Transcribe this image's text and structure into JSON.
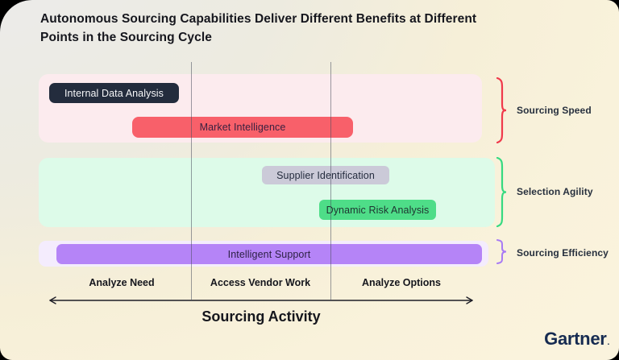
{
  "header": {
    "title": "Autonomous Sourcing Capabilities Deliver Different Benefits at Different\nPoints in the Sourcing Cycle",
    "title_color": "#15161d"
  },
  "diagram": {
    "bands": [
      {
        "benefit": "Sourcing Speed",
        "band_bg": "#fcebee",
        "brace_color": "#f0394b",
        "capabilities": [
          {
            "label": "Internal Data Analysis",
            "bg": "#232c3d",
            "fg": "#f6f7f9"
          },
          {
            "label": "Market Intelligence",
            "bg": "#f8606a",
            "fg": "#3a2140"
          }
        ]
      },
      {
        "benefit": "Selection Agility",
        "band_bg": "#ddfbe9",
        "brace_color": "#36da80",
        "capabilities": [
          {
            "label": "Supplier Identification",
            "bg": "#cbcad8",
            "fg": "#242c3e"
          },
          {
            "label": "Dynamic Risk Analysis",
            "bg": "#4edd88",
            "fg": "#1e3330"
          }
        ]
      },
      {
        "benefit": "Sourcing Efficiency",
        "band_bg": "#f4ecfd",
        "brace_color": "#a87bf4",
        "capabilities": [
          {
            "label": "Intelligent Support",
            "bg": "#b584f7",
            "fg": "#2d2145"
          }
        ]
      }
    ],
    "x_axis": {
      "title": "Sourcing Activity",
      "phases": [
        "Analyze Need",
        "Access Vendor Work",
        "Analyze Options"
      ],
      "color": "#1d1d26"
    }
  },
  "branding": {
    "logo": "Gartner",
    "logo_mark": ".",
    "logo_color": "#162b51"
  }
}
